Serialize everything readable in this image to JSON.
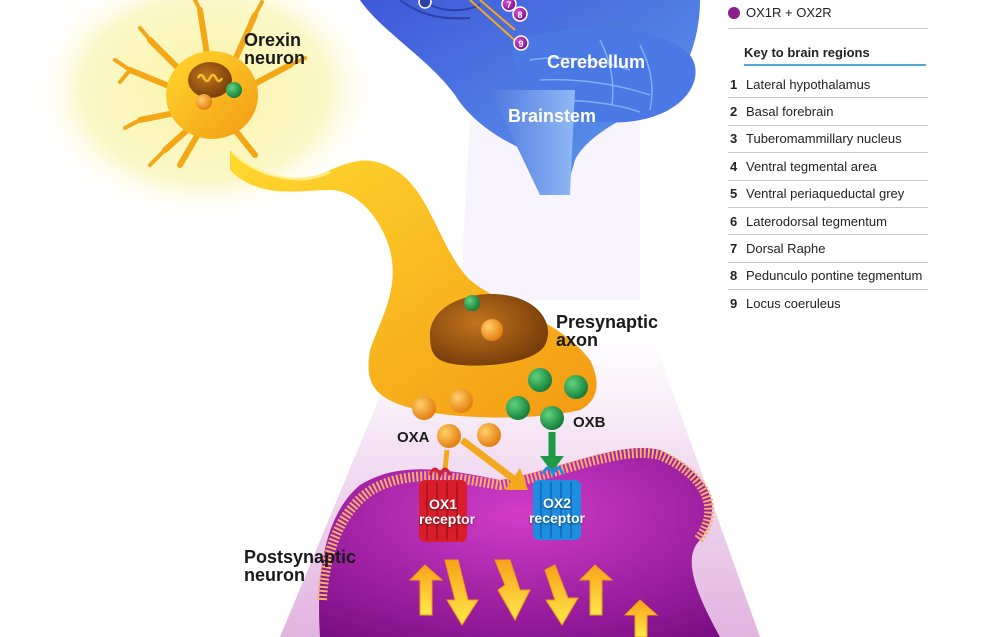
{
  "labels": {
    "orexin_neuron": [
      "Orexin",
      "neuron"
    ],
    "cerebellum": "Cerebellum",
    "brainstem": "Brainstem",
    "presynaptic_axon": [
      "Presynaptic",
      "axon"
    ],
    "oxa": "OXA",
    "oxb": "OXB",
    "ox1_receptor": [
      "OX1",
      "receptor"
    ],
    "ox2_receptor": [
      "OX2",
      "receptor"
    ],
    "postsynaptic_neuron": [
      "Postsynaptic",
      "neuron"
    ]
  },
  "brain_region_markers": [
    "7",
    "8",
    "9"
  ],
  "legend": {
    "entry": "OX1R + OX2R",
    "entry_color": "#8a1f8c",
    "key_title": "Key to brain regions",
    "regions": [
      {
        "num": "1",
        "name": "Lateral hypothalamus"
      },
      {
        "num": "2",
        "name": "Basal forebrain"
      },
      {
        "num": "3",
        "name": "Tuberomammillary nucleus"
      },
      {
        "num": "4",
        "name": "Ventral tegmental area"
      },
      {
        "num": "5",
        "name": "Ventral periaqueductal grey"
      },
      {
        "num": "6",
        "name": "Laterodorsal tegmentum"
      },
      {
        "num": "7",
        "name": "Dorsal Raphe"
      },
      {
        "num": "8",
        "name": "Pedunculo pontine tegmentum"
      },
      {
        "num": "9",
        "name": "Locus coeruleus"
      }
    ]
  },
  "colors": {
    "oxa": "#f39c1e",
    "oxb": "#1e9a46",
    "ox1_receptor": "#d81e2a",
    "ox2_receptor": "#1e8ee0",
    "postsynaptic": "#b01fa8",
    "brain": "#3a6fd8",
    "neuron": "#f7b500",
    "key_rule": "#4fa8d8"
  }
}
